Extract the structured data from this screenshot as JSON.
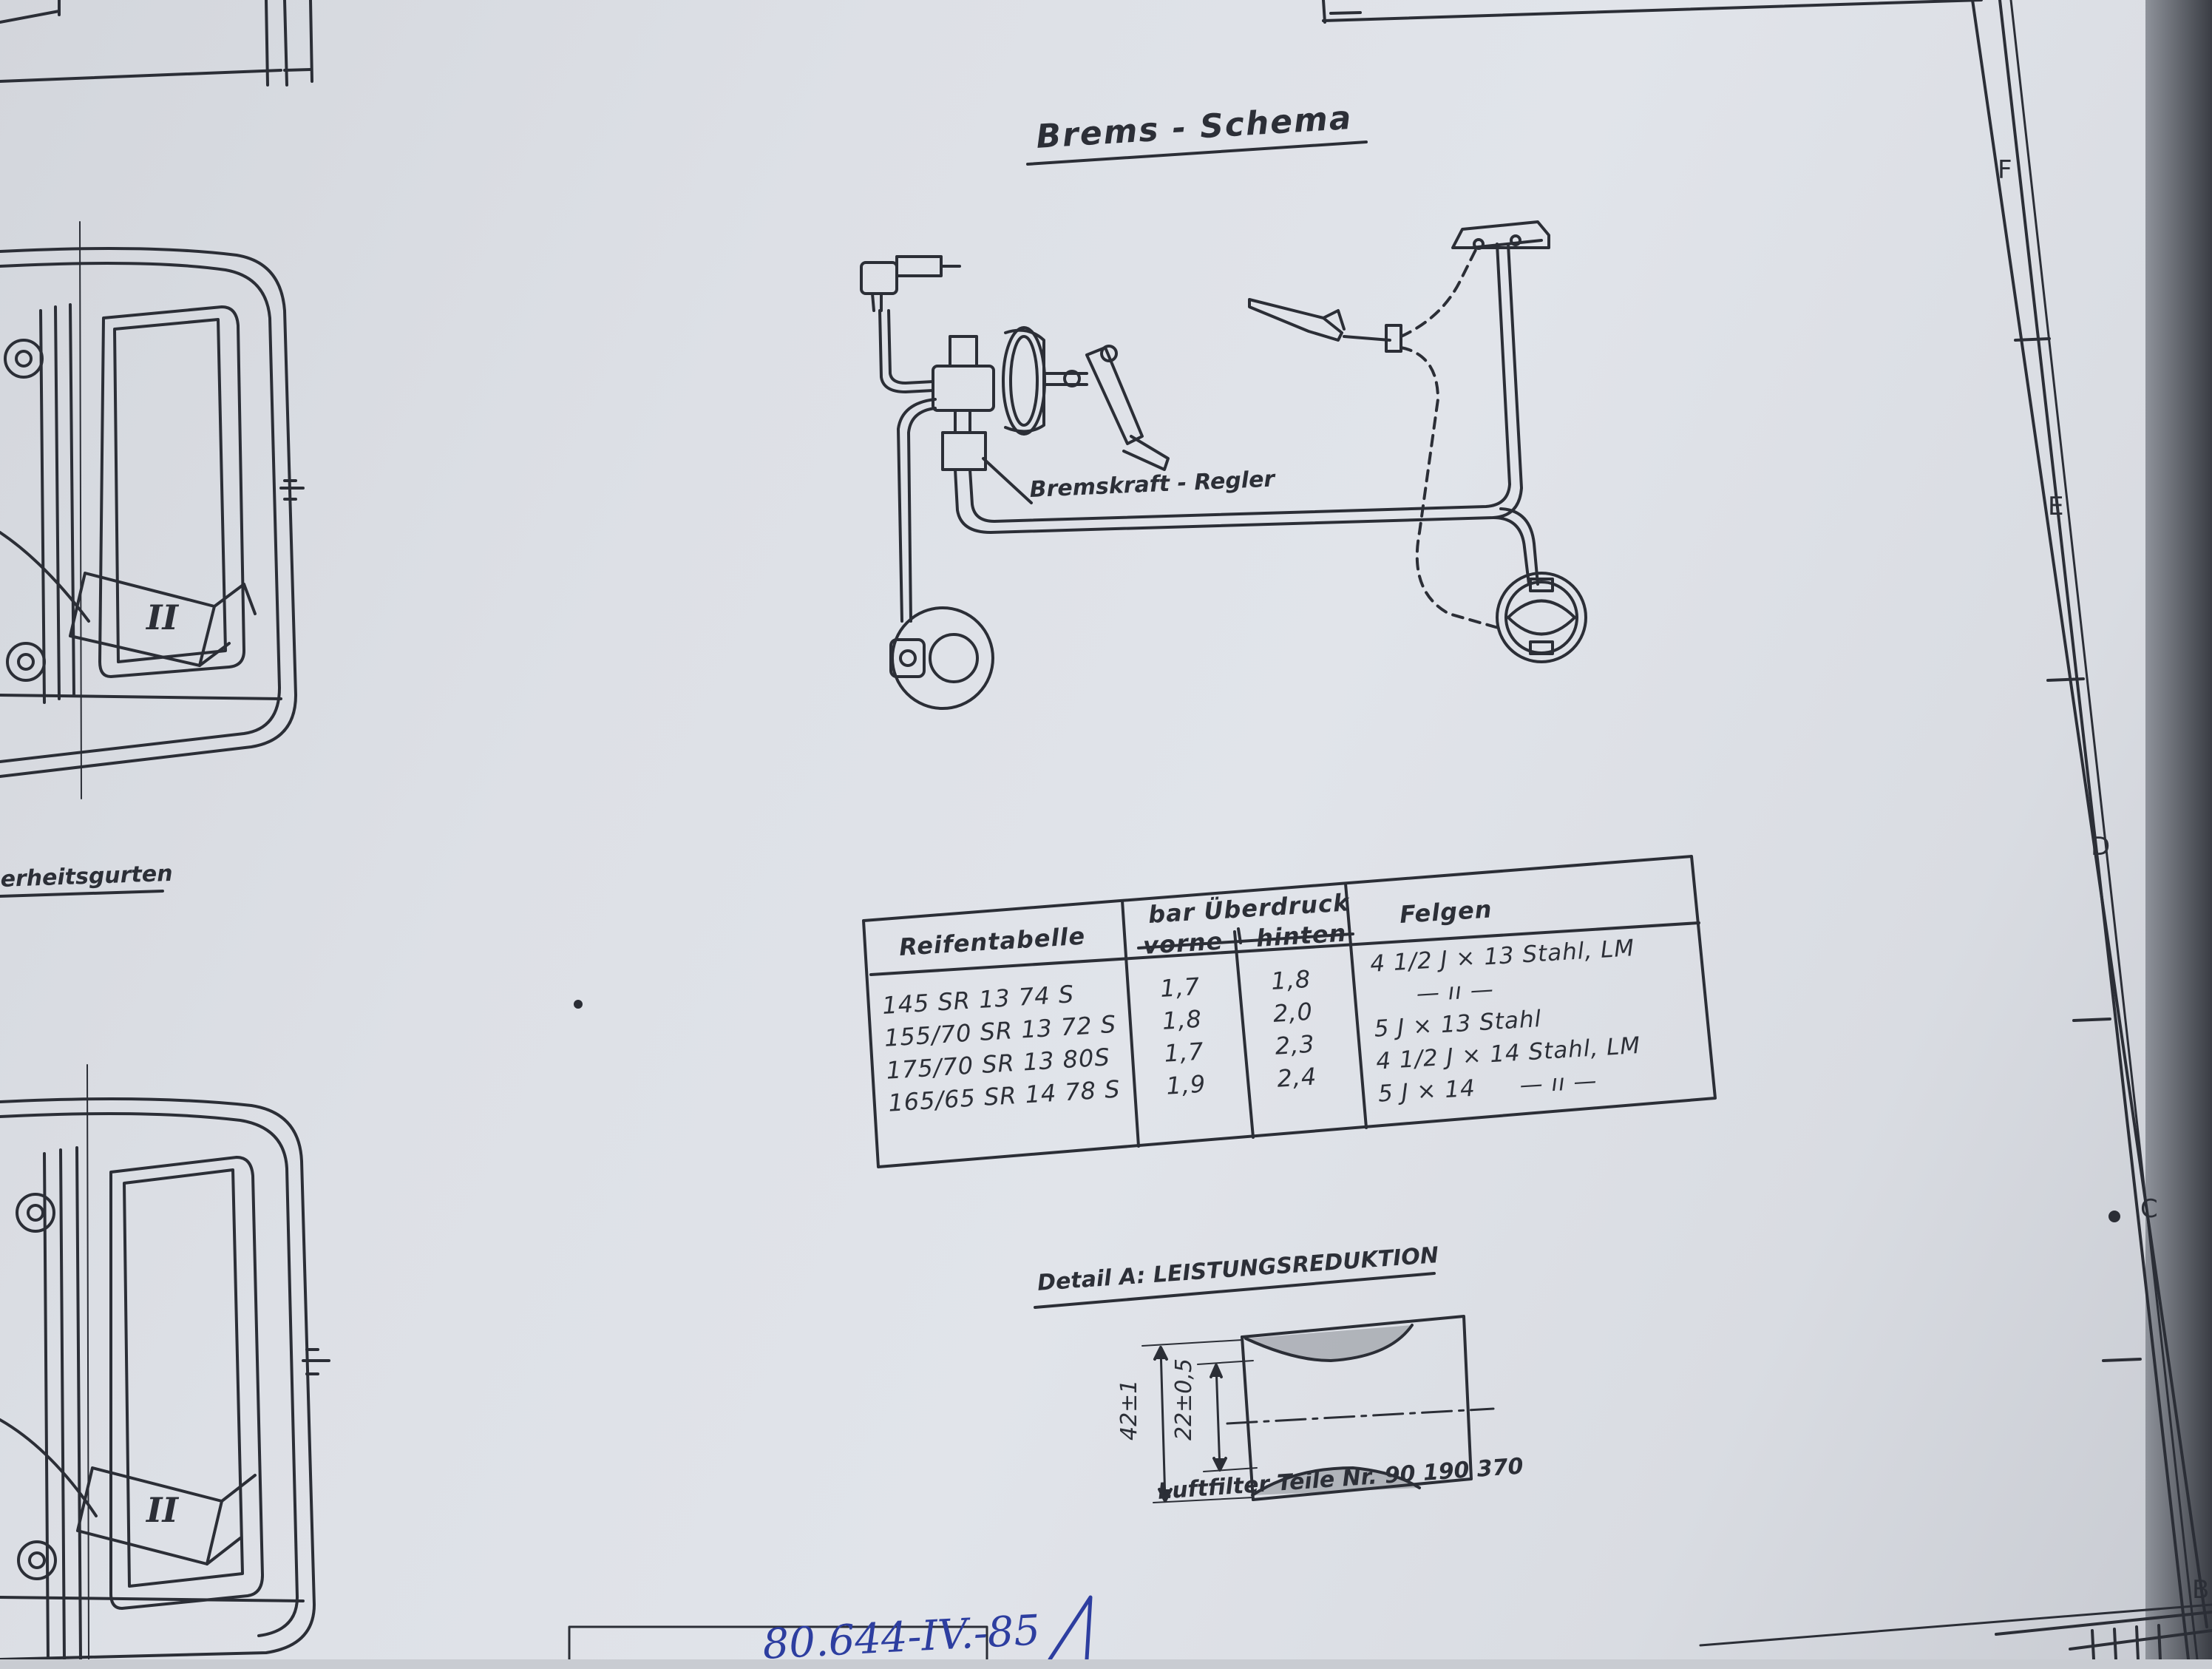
{
  "brake_schema": {
    "title": "Brems - Schema",
    "regulator_label": "Bremskraft - Regler"
  },
  "left_label": "erheitsgurten",
  "left_roman_top": "II",
  "left_roman_bottom": "II",
  "tire_table": {
    "headers": {
      "tires": "Reifentabelle",
      "pressure": "bar Überdruck",
      "front": "vorne",
      "rear": "hinten",
      "rims": "Felgen"
    },
    "tires": [
      "145 SR 13 74 S",
      "155/70 SR 13 72 S",
      "175/70 SR 13 80S",
      "165/65 SR 14 78 S"
    ],
    "front": [
      "1,7",
      "1,8",
      "1,7",
      "1,9"
    ],
    "rear": [
      "1,8",
      "2,0",
      "2,3",
      "2,4"
    ],
    "rims": [
      "4 1/2 J × 13 Stahl, LM",
      "— ıı —",
      "5 J × 13 Stahl",
      "4 1/2 J × 14 Stahl, LM",
      "5 J × 14",
      "— ıı —"
    ]
  },
  "detail": {
    "title": "Detail A: LEISTUNGSREDUKTION",
    "outer_dim": "42±1",
    "inner_dim": "22±0,5",
    "caption": "Luftfilter Teile Nr. 90 190 370"
  },
  "zones": [
    "F",
    "E",
    "D",
    "C",
    "B"
  ],
  "handwriting": "80.644-IV.-85",
  "colors": {
    "paper": "#dde0e6",
    "ink": "#2a2d35",
    "pen": "#2d3ea0"
  }
}
